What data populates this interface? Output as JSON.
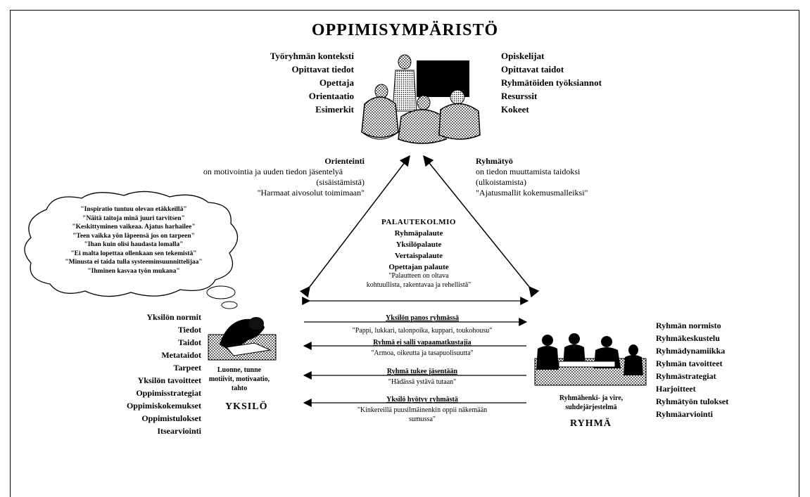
{
  "title": "OPPIMISYMPÄRISTÖ",
  "env_left": [
    "Työryhmän konteksti",
    "Opittavat tiedot",
    "Opettaja",
    "Orientaatio",
    "Esimerkit"
  ],
  "env_right": [
    "Opiskelijat",
    "Opittavat taidot",
    "Ryhmätöiden työksiannot",
    "Resurssit",
    "Kokeet"
  ],
  "orient": {
    "heading": "Orienteinti",
    "l1": "on motivointia ja uuden tiedon jäsentelyä",
    "l2": "(sisäistämistä)",
    "quote": "\"Harmaat aivosolut toimimaan\""
  },
  "ryhmatyo": {
    "heading": "Ryhmätyö",
    "l1": "on tiedon muuttamista taidoksi",
    "l2": "(ulkoistamista)",
    "quote": "\"Ajatusmallit kokemusmalleiksi\""
  },
  "thought": [
    "\"Inspiratio tuntuu olevan etäkkeillä\"",
    "\"Näitä taitoja minä juuri tarvitsen\"",
    "\"Keskittyminen vaikeaa. Ajatus harhailee\"",
    "\"Teen vaikka yön läpeensä jos on tarpeen\"",
    "\"Ihan kuin olisi haudasta lomalla\"",
    "\"Ei malta lopettaa ollenkaan sen tekemistä\"",
    "\"Minusta ei taida tulla systeeminsuunnittelijaa\"",
    "\"Ihminen kasvaa työn mukana\""
  ],
  "feedback": {
    "heading": "PALAUTEKOLMIO",
    "items": [
      "Ryhmäpalaute",
      "Yksilöpalaute",
      "Vertaispalaute",
      "Opettajan palaute"
    ],
    "quote1": "\"Palautteen on oltava",
    "quote2": "kohtuullista, rakentavaa ja rehellistä\""
  },
  "arrows": [
    {
      "label": "Yksilön panos ryhmässä",
      "quote": "\"Pappi, lukkari, talonpoika, kuppari, toukohousu\""
    },
    {
      "label": "Ryhmä ei salli vapaamatkustajia",
      "quote": "\"Armoa, oikeutta ja tasapuolisuutta\""
    },
    {
      "label": "Ryhmä tukee jäsentään",
      "quote": "\"Hädässä ystävä tutaan\""
    },
    {
      "label": "Yksilö hyötyy ryhmästä",
      "quote": "\"Kinkereillä puusilmäinenkin oppii näkemään",
      "quote2": "sumussa\""
    }
  ],
  "yksilo_list": [
    "Yksilön normit",
    "Tiedot",
    "Taidot",
    "Metataidot",
    "Tarpeet",
    "Yksilön tavoitteet",
    "Oppimisstrategiat",
    "Oppimiskokemukset",
    "Oppimistulokset",
    "Itsearviointi"
  ],
  "yksilo_caption": [
    "Luonne, tunne",
    "motiivit, motivaatio,",
    "tahto"
  ],
  "yksilo_label": "YKSILÖ",
  "ryhma_list": [
    "Ryhmän normisto",
    "Ryhmäkeskustelu",
    "Ryhmädynamiikka",
    "Ryhmän tavoitteet",
    "Ryhmästrategiat",
    "Harjoitteet",
    "Ryhmätyön tulokset",
    "Ryhmäarviointi"
  ],
  "ryhma_caption": [
    "Ryhmähenki- ja vire,",
    "suhdejärjestelmä"
  ],
  "ryhma_label": "RYHMÄ"
}
